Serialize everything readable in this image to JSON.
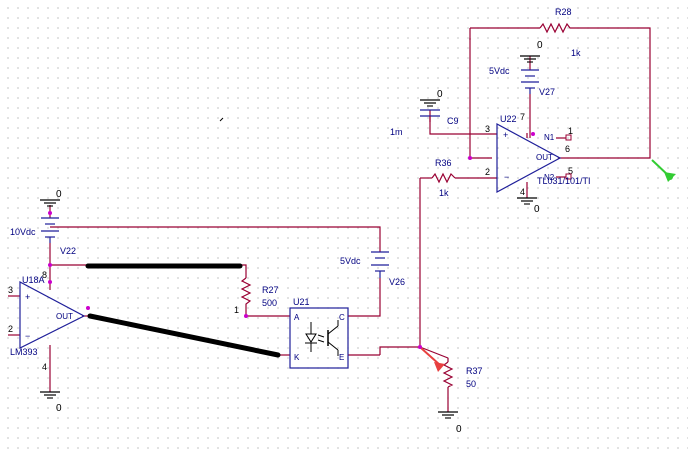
{
  "components": {
    "r28": {
      "ref": "R28",
      "value": "1k"
    },
    "r36": {
      "ref": "R36",
      "value": "1k"
    },
    "r27": {
      "ref": "R27",
      "value": "500"
    },
    "r37": {
      "ref": "R37",
      "value": "50"
    },
    "c9": {
      "ref": "C9",
      "value": "1m"
    },
    "v27": {
      "ref": "V27",
      "value": "5Vdc"
    },
    "v26": {
      "ref": "V26",
      "value": "5Vdc"
    },
    "v22": {
      "ref": "V22",
      "value": "10Vdc"
    },
    "u22": {
      "ref": "U22",
      "part": "TL031/101/TI",
      "out_label": "OUT",
      "n1_label": "N1",
      "n2_label": "N2"
    },
    "u18a": {
      "ref": "U18A",
      "part": "LM393",
      "out_label": "OUT"
    },
    "u21": {
      "ref": "U21",
      "pin_a": "A",
      "pin_k": "K",
      "pin_c": "C",
      "pin_e": "E"
    }
  },
  "ground_label": "0",
  "pin_numbers": {
    "u22_in_plus": "3",
    "u22_in_minus": "2",
    "u22_out": "6",
    "u22_n1": "1",
    "u22_n2": "5",
    "u22_vplus": "7",
    "u22_vminus": "4",
    "u18_in_plus": "3",
    "u18_in_minus": "2",
    "u18_vplus": "8",
    "u18_vminus": "4",
    "r27_pin": "1"
  },
  "colors": {
    "wire": "#990033",
    "component": "#1f1f9a",
    "label": "#000080",
    "marker_green": "#33cc33",
    "marker_red": "#e84040",
    "pin_dot": "#cc00cc"
  }
}
